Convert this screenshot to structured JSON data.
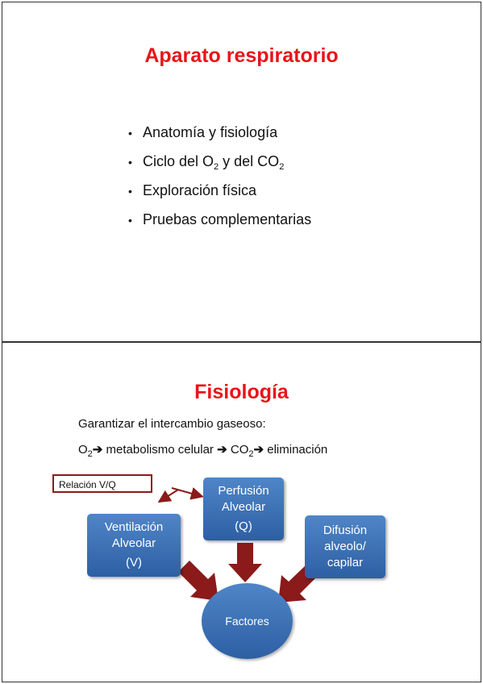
{
  "slide1": {
    "title": "Aparato respiratorio",
    "bullets": {
      "b1": "Anatomía y fisiología",
      "b2_pre": "Ciclo del O",
      "b2_sub1": "2",
      "b2_mid": " y del CO",
      "b2_sub2": "2",
      "b3": "Exploración física",
      "b4": "Pruebas complementarias"
    },
    "bullet_symbol": "•"
  },
  "slide2": {
    "title": "Fisiología",
    "line1": "Garantizar el intercambio gaseoso:",
    "line2": {
      "o": "O",
      "sub1": "2",
      "arrow1": "➔",
      "part1": " metabolismo celular ",
      "arrow2": "➔",
      "co": " CO",
      "sub2": "2",
      "arrow3": "➔",
      "part2": " eliminación"
    },
    "relacion": "Relación V/Q",
    "vent": {
      "l1": "Ventilación",
      "l2": "Alveolar",
      "l3": "(V)"
    },
    "perf": {
      "l1": "Perfusión",
      "l2": "Alveolar",
      "l3": "(Q)"
    },
    "difu": {
      "l1": "Difusión",
      "l2": "alveolo/",
      "l3": "capilar"
    },
    "factores": "Factores"
  }
}
